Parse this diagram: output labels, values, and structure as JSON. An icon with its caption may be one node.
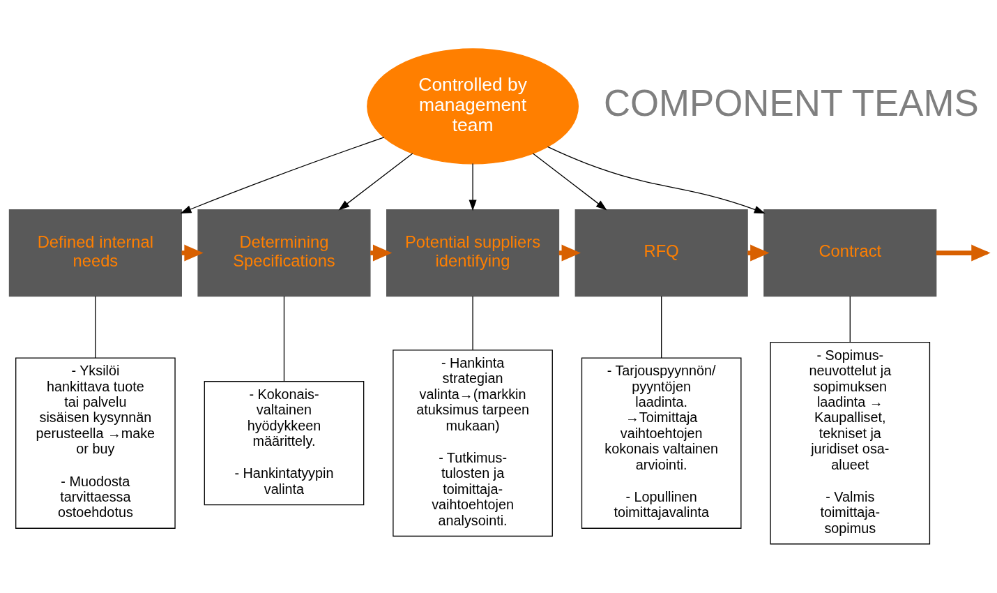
{
  "diagram": {
    "nodes": [
      {
        "text": [
          "Controlled by management team"
        ]
      },
      {
        "text": [
          "Defined internal needs"
        ]
      },
      {
        "text": [
          "Determining Specifications"
        ]
      },
      {
        "text": [
          "Potential suppliers identifying"
        ]
      },
      {
        "text": [
          "RFQ"
        ]
      },
      {
        "text": [
          "Contract"
        ]
      },
      {
        "text": [
          "- Yksilöi hankittava tuote tai palvelu sisäisen kysynnän perusteella →make or buy",
          "- Muodosta tarvittaessa ostoehdotus"
        ]
      },
      {
        "text": [
          "- Kokonais- valtainen hyödykkeen määrittely.",
          "- Hankintatyypin valinta"
        ]
      },
      {
        "text": [
          "- Hankinta strategian valinta→(markkin atuksimus tarpeen mukaan)",
          "- Tutkimus- tulosten ja toimittaja- vaihtoehtojen analysointi."
        ]
      },
      {
        "text": [
          "- Tarjouspyynnön/ pyyntöjen laadinta. →Toimittaja vaihtoehtojen kokonais valtainen arviointi.",
          "- Lopullinen toimittajavalinta"
        ]
      },
      {
        "text": [
          "- Sopimus- neuvottelut ja sopimuksen laadinta → Kaupalliset, tekniset ja juridiset osa- alueet",
          "- Valmis toimittaja- sopimus"
        ]
      }
    ],
    "edges": [
      {
        "from": 0,
        "to": 1,
        "arrow": "to"
      },
      {
        "from": 0,
        "to": 2,
        "arrow": "to"
      },
      {
        "from": 0,
        "to": 3,
        "arrow": "to"
      },
      {
        "from": 0,
        "to": 4,
        "arrow": "to"
      },
      {
        "from": 0,
        "to": 5,
        "arrow": "to"
      },
      {
        "from": 1,
        "to": 2,
        "arrow": "to",
        "style": "thick",
        "color": "#d86000"
      },
      {
        "from": 2,
        "to": 3,
        "arrow": "to",
        "style": "thick",
        "color": "#d86000"
      },
      {
        "from": 3,
        "to": 4,
        "arrow": "to",
        "style": "thick",
        "color": "#d86000"
      },
      {
        "from": 4,
        "to": 5,
        "arrow": "to",
        "style": "thick",
        "color": "#d86000"
      },
      {
        "from": 5,
        "to": null,
        "arrow": "to",
        "style": "thick",
        "color": "#d86000"
      },
      {
        "from": 1,
        "to": 6,
        "arrow": "none"
      },
      {
        "from": 2,
        "to": 7,
        "arrow": "none"
      },
      {
        "from": 3,
        "to": 8,
        "arrow": "none"
      },
      {
        "from": 4,
        "to": 9,
        "arrow": "none"
      },
      {
        "from": 5,
        "to": 10,
        "arrow": "none"
      }
    ],
    "labels": [
      "COMPONENT TEAMS"
    ]
  }
}
